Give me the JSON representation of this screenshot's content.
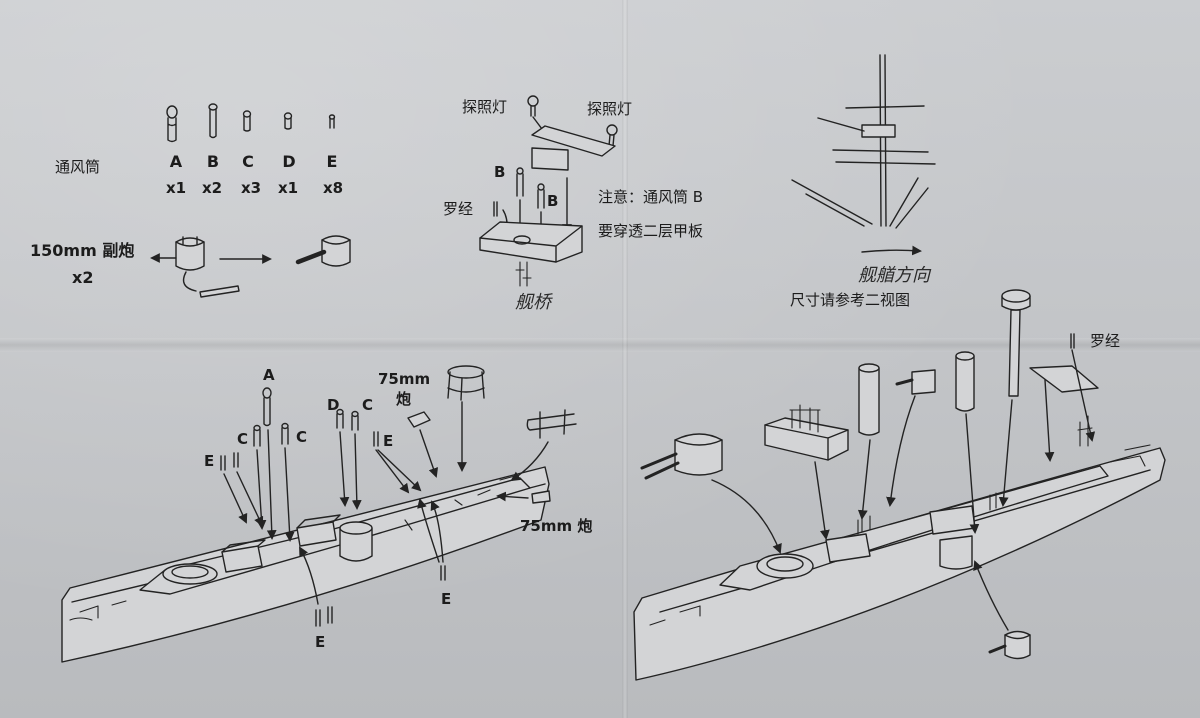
{
  "ventilators": {
    "title": "通风筒",
    "items": [
      {
        "letter": "A",
        "count": "x1"
      },
      {
        "letter": "B",
        "count": "x2"
      },
      {
        "letter": "C",
        "count": "x3"
      },
      {
        "letter": "D",
        "count": "x1"
      },
      {
        "letter": "E",
        "count": "x8"
      }
    ]
  },
  "secondary_gun": {
    "label": "150mm 副炮",
    "count": "x2"
  },
  "bridge": {
    "searchlight_left": "探照灯",
    "searchlight_right": "探照灯",
    "vent_b_upper": "B",
    "vent_b_lower": "B",
    "compass": "罗经",
    "note_line1": "注意：通风筒 B",
    "note_line2": "要穿透二层甲板",
    "handwritten_label": "舰桥"
  },
  "mast": {
    "bow_direction": "舰艏方向",
    "size_note": "尺寸请参考二视图"
  },
  "left_ship": {
    "label_a": "A",
    "label_75mm_top": "75mm",
    "label_gun_top": "炮",
    "label_d": "D",
    "label_c_mid": "C",
    "label_c_left": "C",
    "label_c_right": "C",
    "label_e_left": "E",
    "label_e_mid": "E",
    "label_75mm_gun_right": "75mm 炮",
    "label_e_bottom_mid": "E",
    "label_e_bottom_left": "E"
  },
  "right_ship": {
    "compass": "罗经"
  },
  "colors": {
    "paper": "#c6c8cb",
    "ink": "#232323"
  }
}
